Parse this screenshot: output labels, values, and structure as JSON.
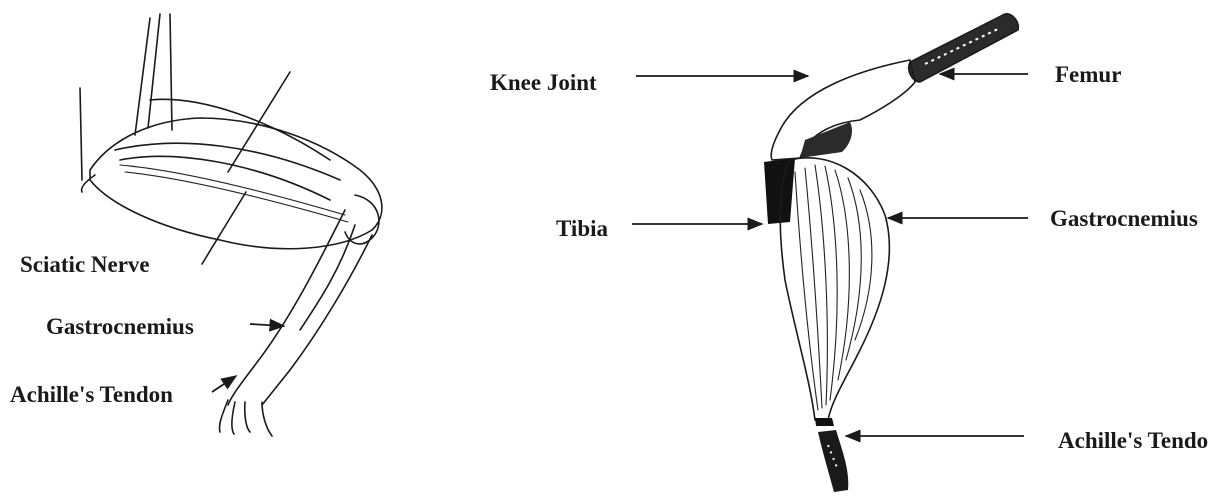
{
  "left_figure": {
    "labels": {
      "sciatic_nerve": "Sciatic Nerve",
      "gastrocnemius": "Gastrocnemius",
      "achilles_tendon": "Achille's Tendon"
    }
  },
  "right_figure": {
    "labels": {
      "knee_joint": "Knee Joint",
      "femur": "Femur",
      "tibia": "Tibia",
      "gastrocnemius": "Gastrocnemius",
      "achilles_tendon": "Achille's Tendo"
    }
  }
}
